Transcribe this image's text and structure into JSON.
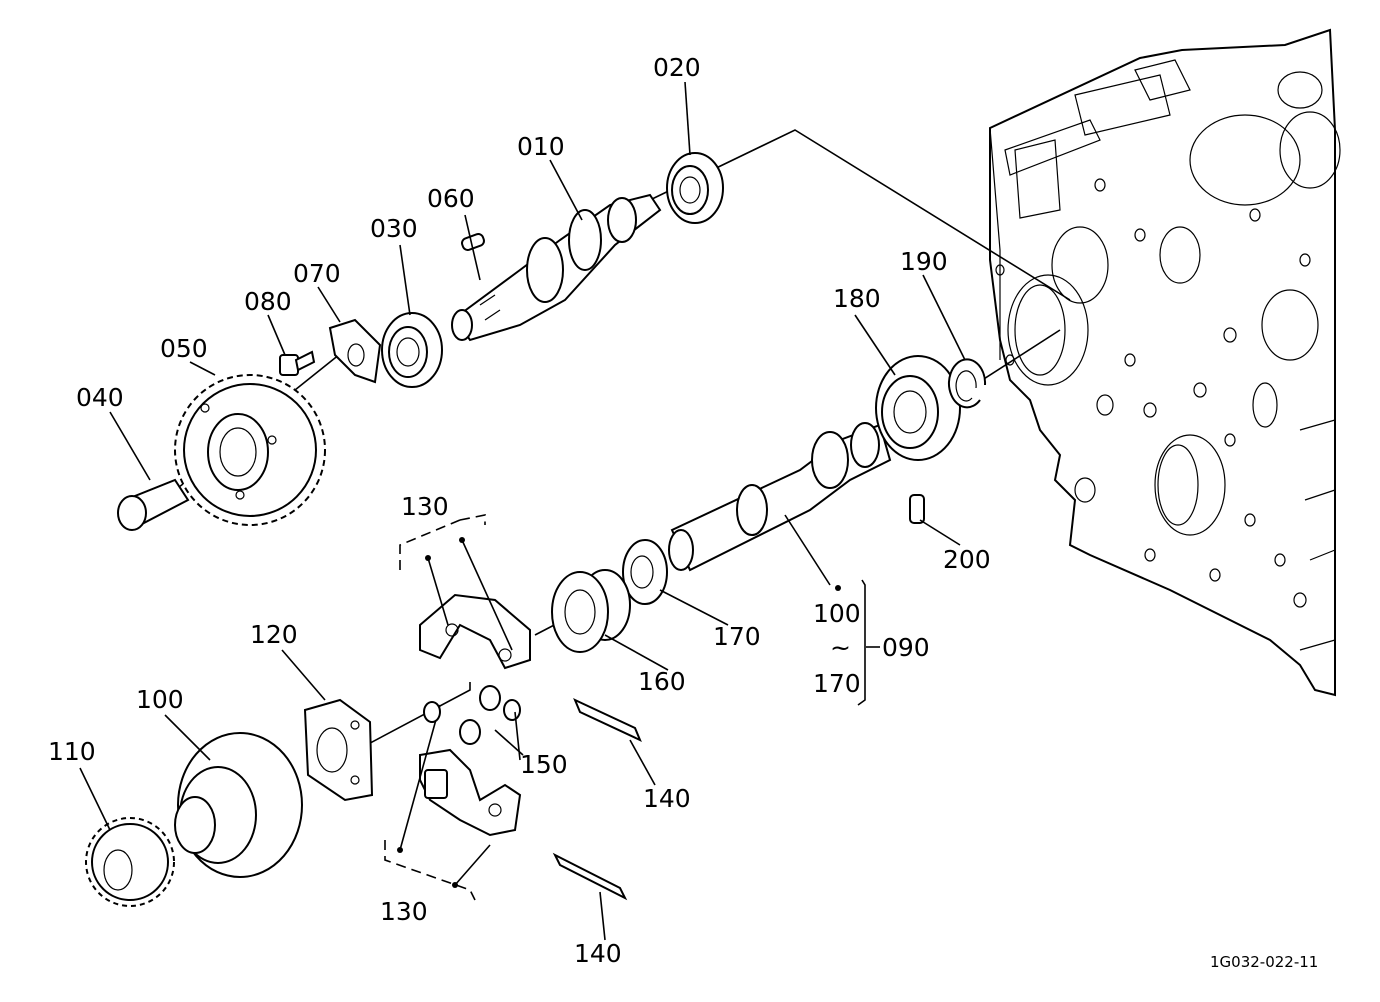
{
  "labels": {
    "l010": "010",
    "l020": "020",
    "l030": "030",
    "l040": "040",
    "l050": "050",
    "l060": "060",
    "l070": "070",
    "l080": "080",
    "l090": "090",
    "l100a": "100",
    "l100b": "100",
    "l110": "110",
    "l120": "120",
    "l130a": "130",
    "l130b": "130",
    "l140a": "140",
    "l140b": "140",
    "l150": "150",
    "l160": "160",
    "l170a": "170",
    "l170b": "170",
    "l180": "180",
    "l190": "190",
    "l200": "200",
    "tilde": "~"
  },
  "drawing_ref": "1G032-022-11"
}
